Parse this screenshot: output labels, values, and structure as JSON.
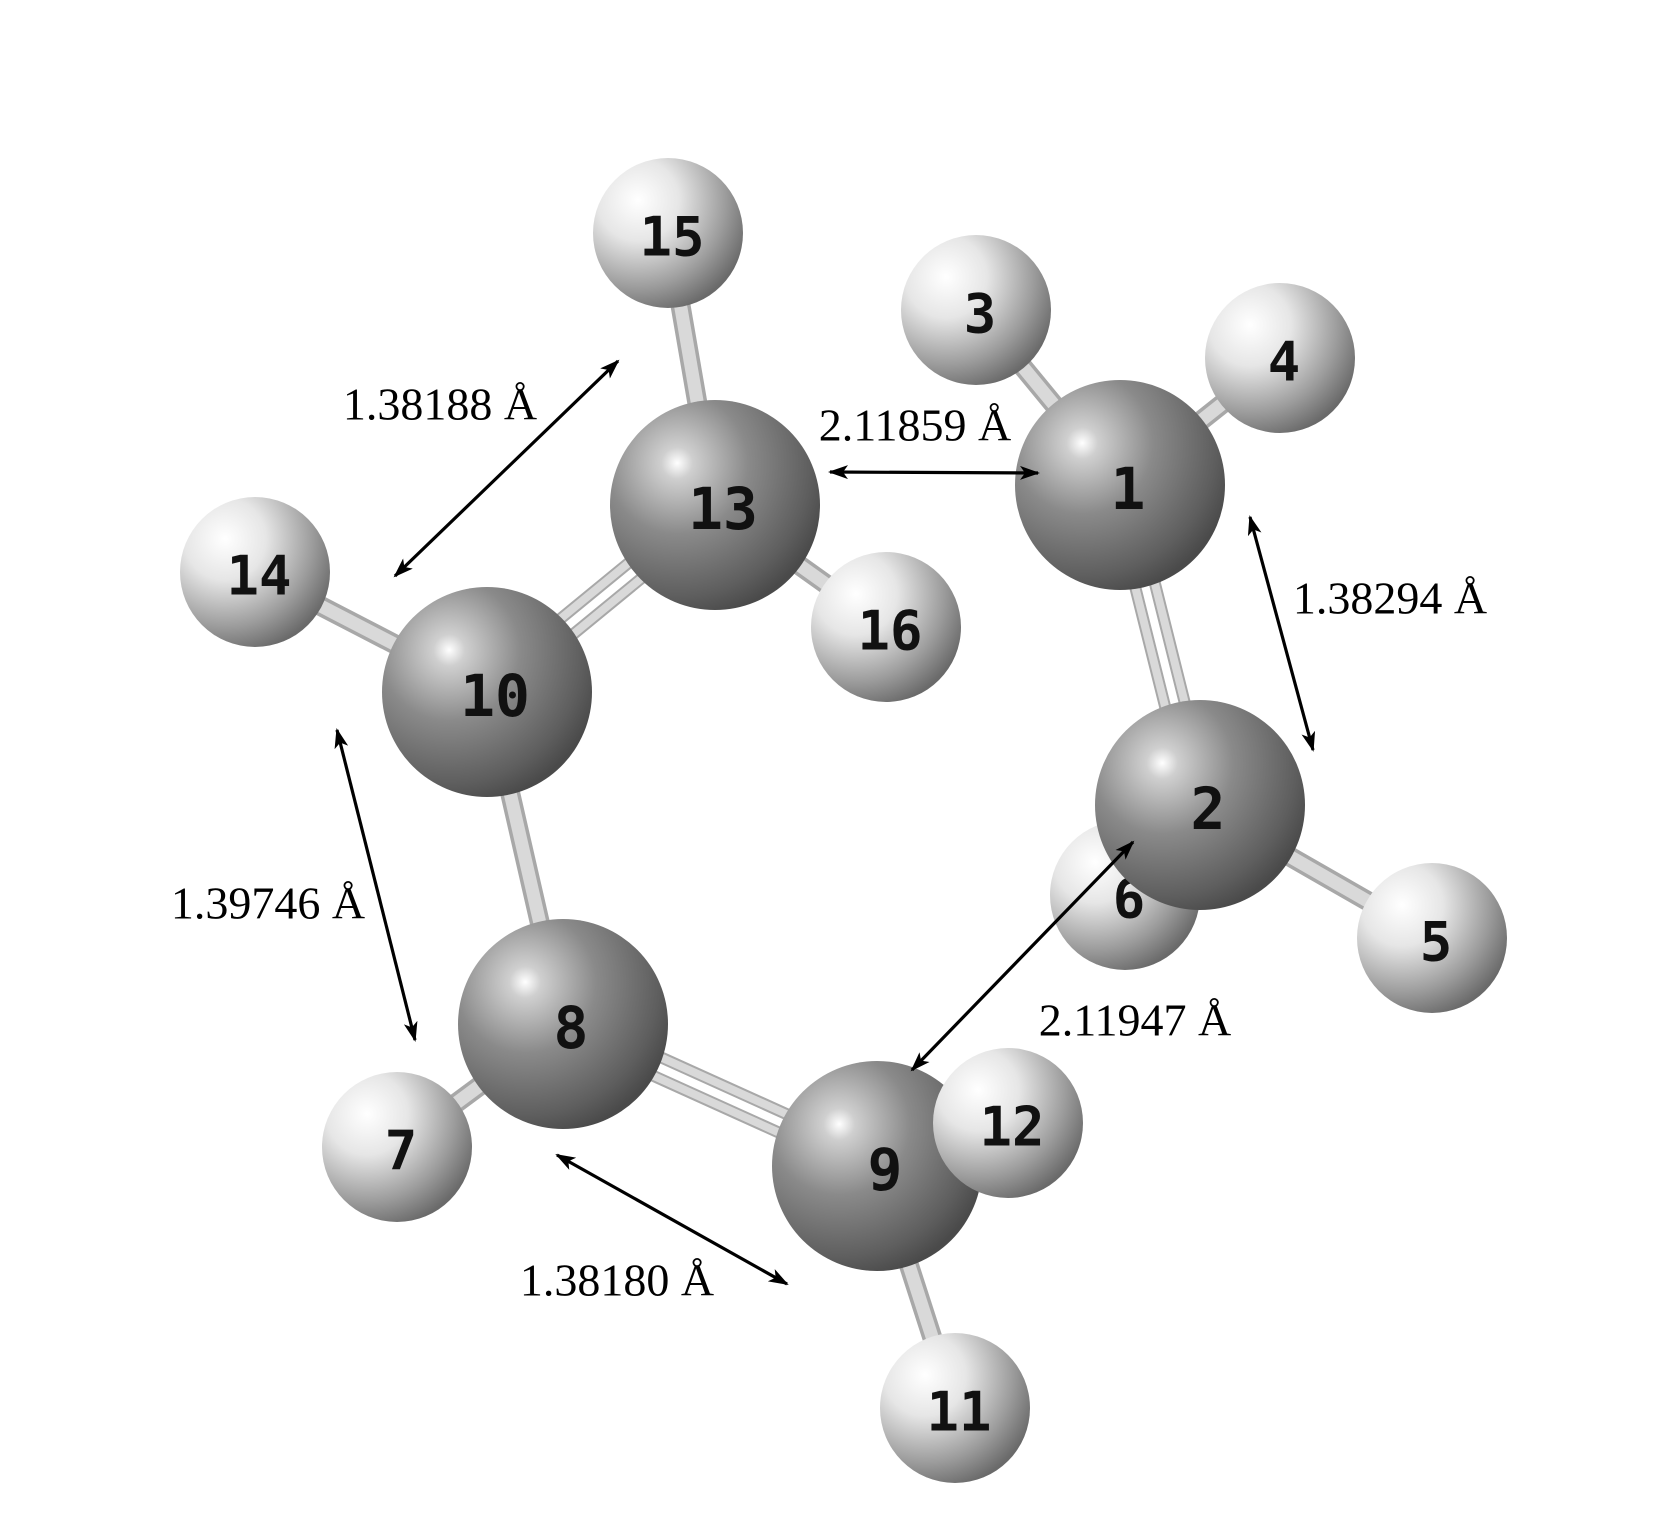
{
  "atoms": [
    {
      "label": "1",
      "element": "C"
    },
    {
      "label": "2",
      "element": "C"
    },
    {
      "label": "3",
      "element": "H"
    },
    {
      "label": "4",
      "element": "H"
    },
    {
      "label": "5",
      "element": "H"
    },
    {
      "label": "6",
      "element": "H"
    },
    {
      "label": "7",
      "element": "H"
    },
    {
      "label": "8",
      "element": "C"
    },
    {
      "label": "9",
      "element": "C"
    },
    {
      "label": "10",
      "element": "C"
    },
    {
      "label": "11",
      "element": "H"
    },
    {
      "label": "12",
      "element": "H"
    },
    {
      "label": "13",
      "element": "C"
    },
    {
      "label": "14",
      "element": "H"
    },
    {
      "label": "15",
      "element": "H"
    },
    {
      "label": "16",
      "element": "H"
    }
  ],
  "bonds": [
    {
      "a": "1",
      "b": "2",
      "order": 2
    },
    {
      "a": "1",
      "b": "3",
      "order": 1
    },
    {
      "a": "1",
      "b": "4",
      "order": 1
    },
    {
      "a": "2",
      "b": "5",
      "order": 1
    },
    {
      "a": "2",
      "b": "6",
      "order": 1
    },
    {
      "a": "8",
      "b": "7",
      "order": 1
    },
    {
      "a": "8",
      "b": "9",
      "order": 2
    },
    {
      "a": "8",
      "b": "10",
      "order": 1
    },
    {
      "a": "9",
      "b": "11",
      "order": 1
    },
    {
      "a": "9",
      "b": "12",
      "order": 1
    },
    {
      "a": "10",
      "b": "13",
      "order": 2
    },
    {
      "a": "10",
      "b": "14",
      "order": 1
    },
    {
      "a": "13",
      "b": "15",
      "order": 1
    },
    {
      "a": "13",
      "b": "16",
      "order": 1
    }
  ],
  "distances": [
    {
      "between": [
        "13",
        "1"
      ],
      "label": "2.11859 Å"
    },
    {
      "between": [
        "1",
        "2"
      ],
      "label": "1.38294 Å"
    },
    {
      "between": [
        "10",
        "13"
      ],
      "label": "1.38188 Å"
    },
    {
      "between": [
        "10",
        "8"
      ],
      "label": "1.39746 Å"
    },
    {
      "between": [
        "8",
        "9"
      ],
      "label": "1.38180 Å"
    },
    {
      "between": [
        "2",
        "9"
      ],
      "label": "2.11947 Å"
    }
  ],
  "colors": {
    "carbon": "#7a7a7a",
    "hydrogen": "#c8c8c8",
    "bond": "#d9d9d9",
    "arrow": "#000000",
    "background": "#ffffff"
  }
}
